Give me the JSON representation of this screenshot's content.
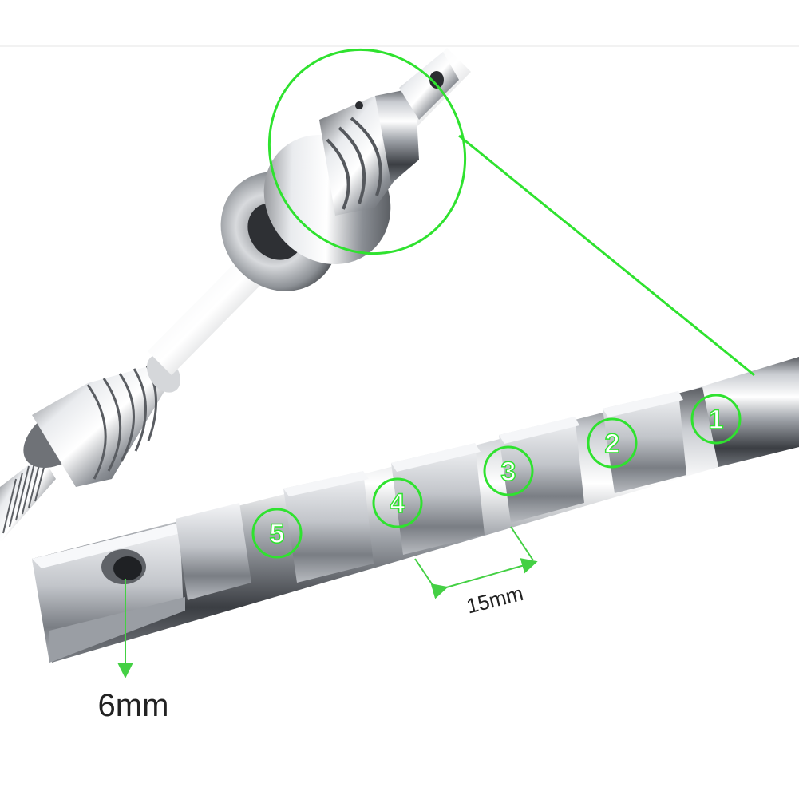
{
  "annotations": {
    "positions": [
      {
        "number": "1"
      },
      {
        "number": "2"
      },
      {
        "number": "3"
      },
      {
        "number": "4"
      },
      {
        "number": "5"
      }
    ],
    "spacing_label": "15mm",
    "hole_label": "6mm"
  },
  "colors": {
    "highlight": "#2fe22f",
    "dimension": "#44d044",
    "label_text": "#222222",
    "background": "#ffffff"
  }
}
